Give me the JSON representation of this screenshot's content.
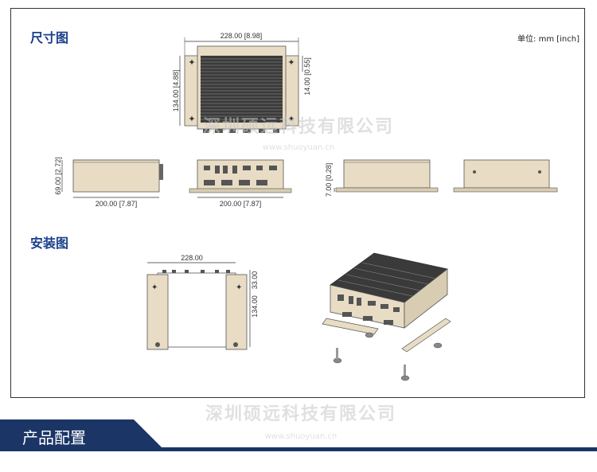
{
  "sections": {
    "dimensions_title": "尺寸图",
    "installation_title": "安装图",
    "unit_label": "单位: mm [inch]"
  },
  "dimensions": {
    "top_width": "228.00 [8.98]",
    "top_height": "134.00 [4.88]",
    "top_tab": "14.00 [0.55]",
    "front_height": "69.00 [2.72]",
    "front_width": "200.00 [7.87]",
    "rear_width": "200.00 [7.87]",
    "side_foot": "7.00 [0.28]"
  },
  "installation": {
    "width": "228.00",
    "tab": "33.00",
    "height": "134.00"
  },
  "watermark": {
    "text": "深圳硕远科技有限公司",
    "sub": "www.shuoyuan.cn"
  },
  "banner": {
    "title": "产品配置"
  },
  "colors": {
    "title_blue": "#1a3f8c",
    "banner_dark": "#1b3566",
    "body_beige": "#e8dcc4",
    "heatsink": "#333333"
  }
}
